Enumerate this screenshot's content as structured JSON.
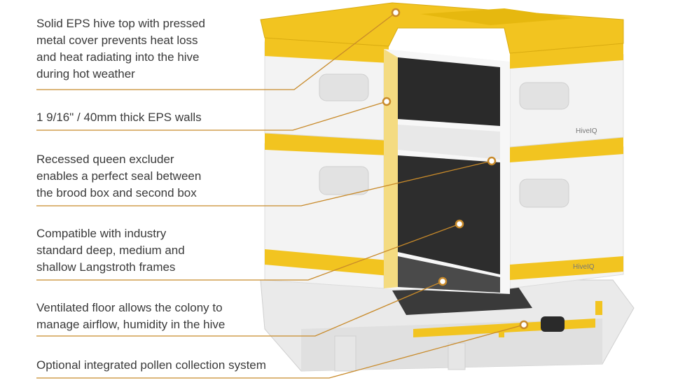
{
  "callouts": [
    {
      "id": "hive-top",
      "text": "Solid EPS hive top with pressed\nmetal cover prevents heat loss\nand heat radiating into the hive\nduring hot weather"
    },
    {
      "id": "walls",
      "text": "1 9/16\" / 40mm thick EPS walls"
    },
    {
      "id": "queen-excluder",
      "text": "Recessed queen excluder\nenables a perfect seal between\nthe brood box and second box"
    },
    {
      "id": "frames",
      "text": "Compatible with industry\nstandard deep, medium and\nshallow Langstroth frames"
    },
    {
      "id": "floor",
      "text": "Ventilated floor allows the colony to\nmanage airflow, humidity in the hive"
    },
    {
      "id": "pollen",
      "text": "Optional integrated pollen collection system"
    }
  ],
  "brand_logo": "HiveIQ",
  "colors": {
    "text": "#3a3a3a",
    "leader_line": "#c88a2a",
    "yellow": "#f2c420",
    "eps_white": "#f2f2f2",
    "frame_dark": "#2a2a2a"
  }
}
